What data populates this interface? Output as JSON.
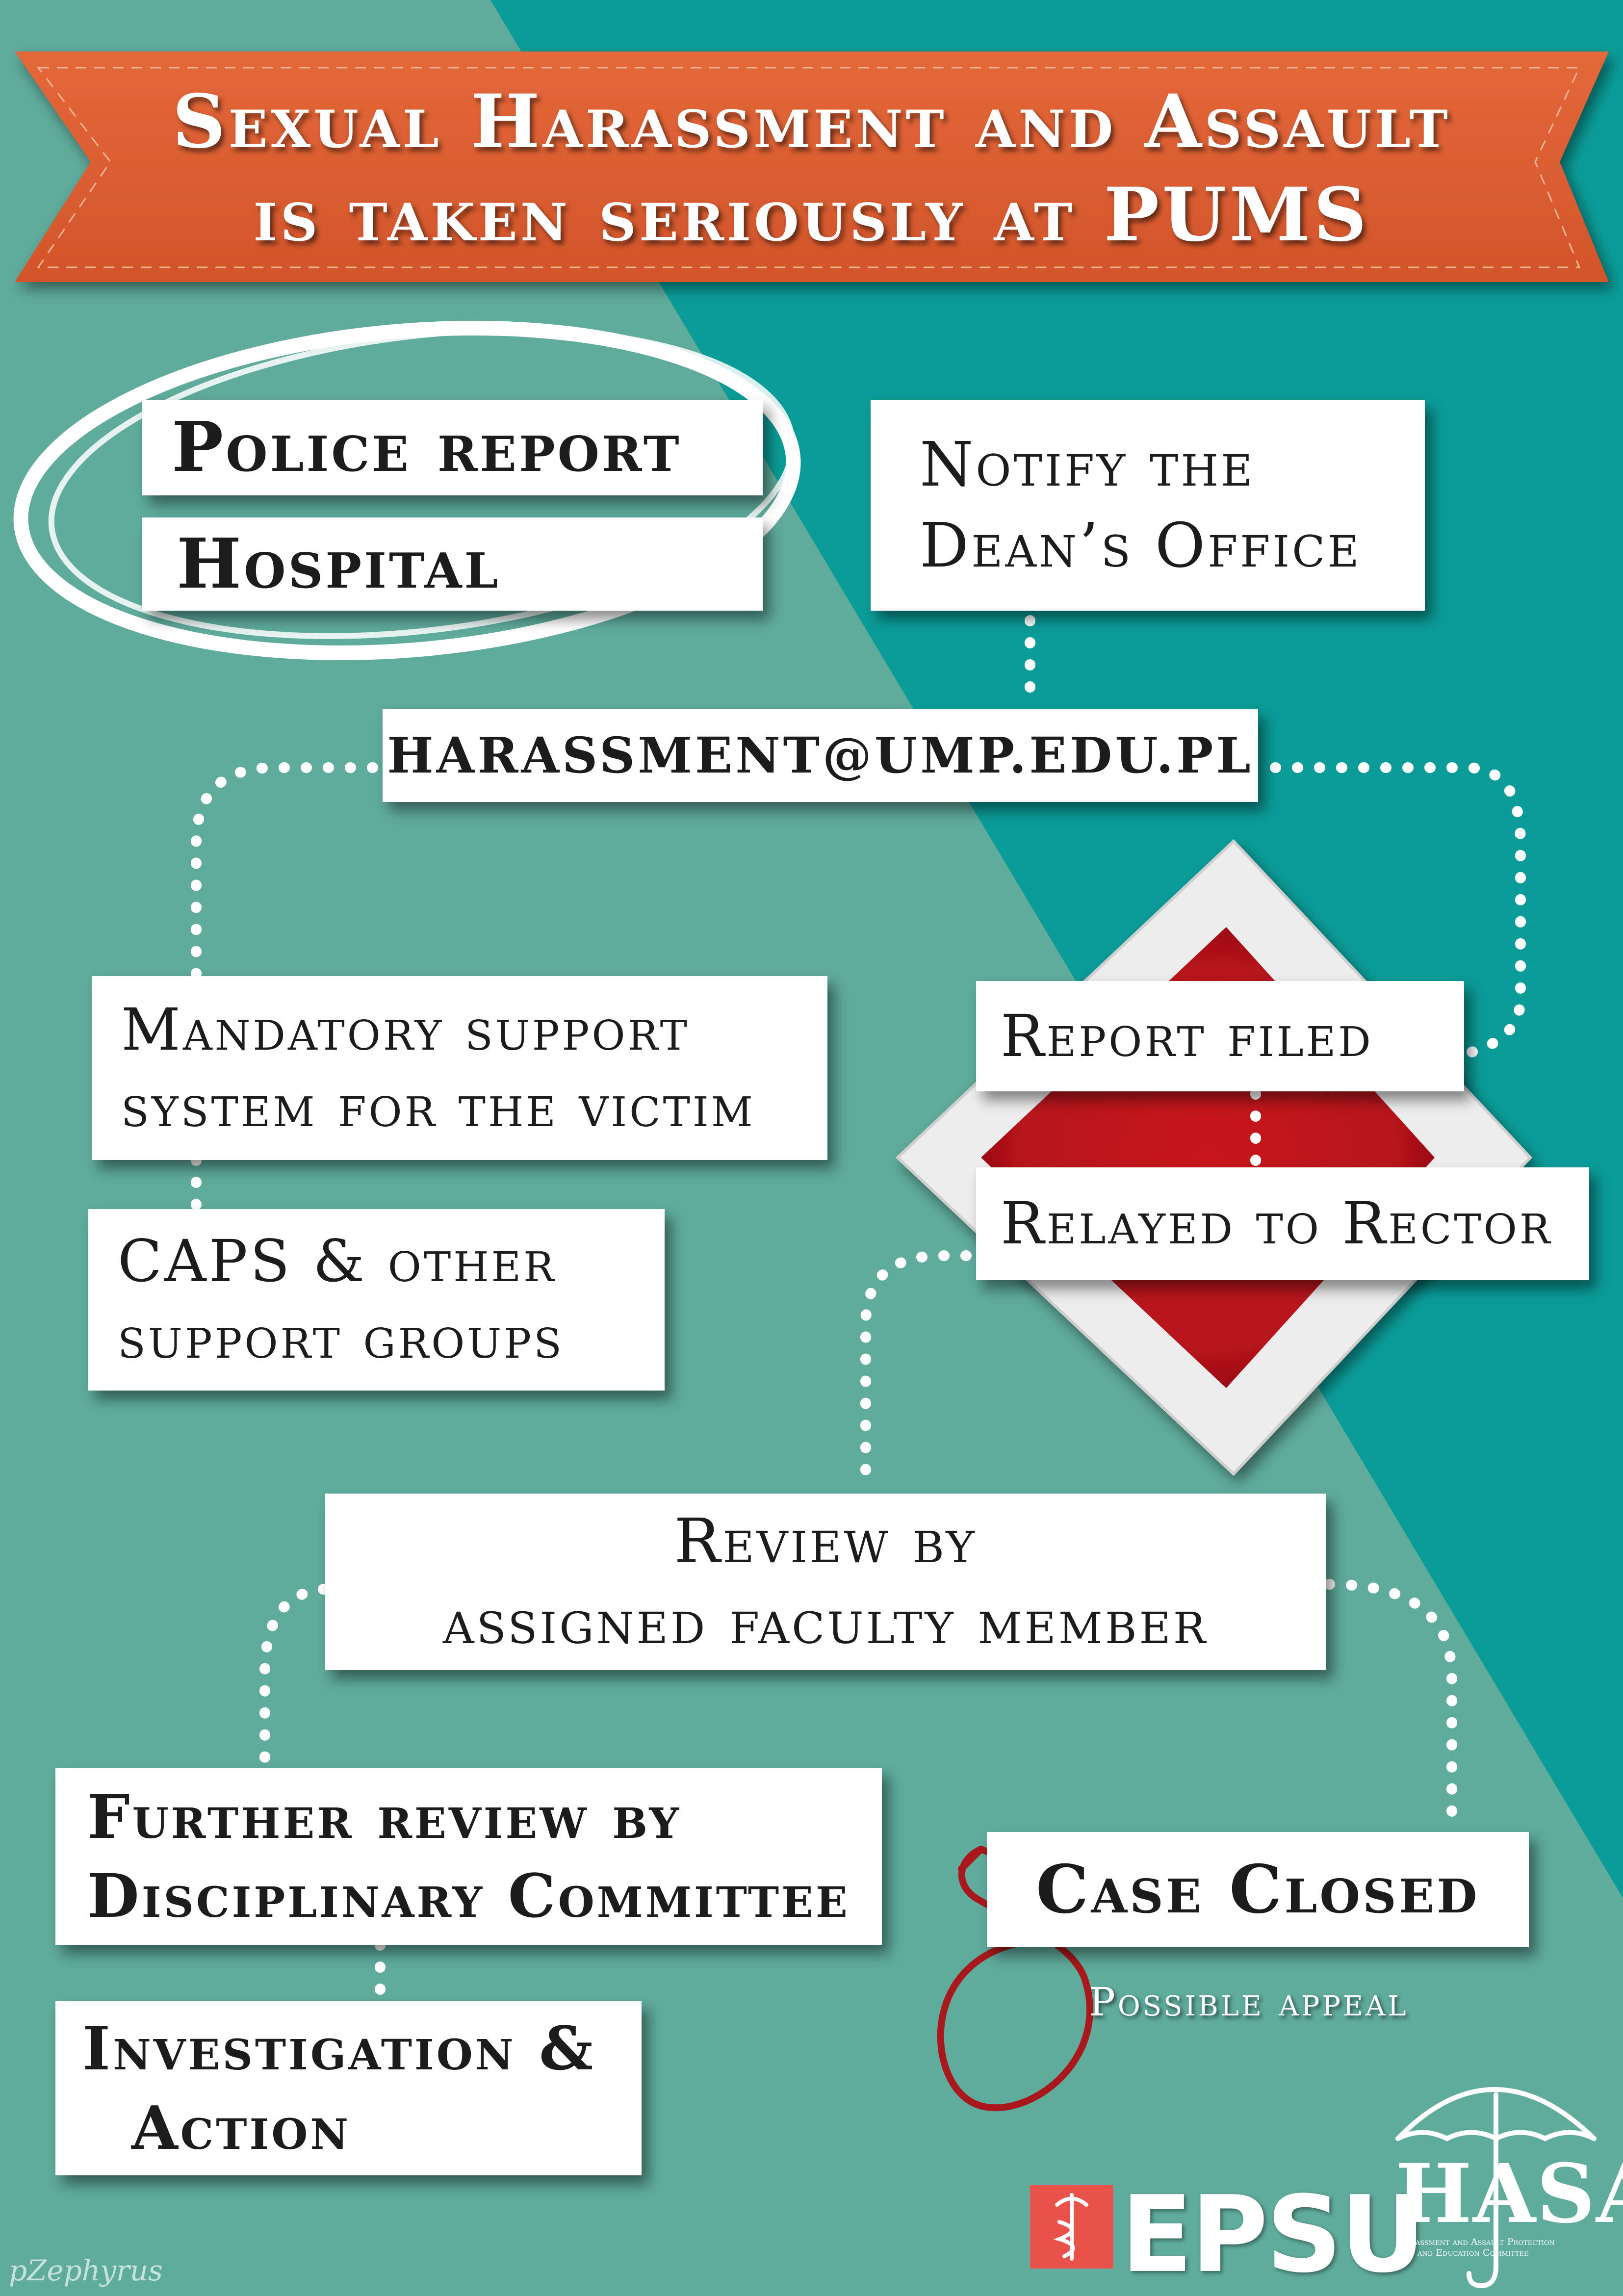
{
  "banner": {
    "line1": "Sexual Harassment and Assault",
    "line2": "is taken seriously at PUMS"
  },
  "steps": {
    "police_report": "Police report",
    "hospital": "Hospital",
    "notify_line1": "Notify the",
    "notify_line2": "Dean’s Office",
    "email": "HARASSMENT@UMP.EDU.PL",
    "mandatory_line1": "Mandatory support",
    "mandatory_line2": "system for the victim",
    "caps_line1": "CAPS & other",
    "caps_line2": "support groups",
    "report_filed": "Report filed",
    "relayed": "Relayed to Rector",
    "review_line1": "Review by",
    "review_line2": "assigned faculty member",
    "further_line1": "Further review by",
    "further_line2": "Disciplinary Committee",
    "investigation_line1": "Investigation &",
    "investigation_line2": "Action",
    "case_closed": "Case Closed",
    "possible_appeal": "Possible appeal"
  },
  "logos": {
    "epsu": "EPSU",
    "hasa": "HASA",
    "hasa_subtitle_line1": "Harassment and Assault Protection",
    "hasa_subtitle_line2": "and Education Committee",
    "signature": "pZephyrus"
  },
  "icons": {
    "epsu_emblem": "caduceus-icon",
    "hasa_emblem": "umbrella-icon"
  },
  "colors": {
    "background_left": "#5fab9c",
    "background_right": "#0b9c98",
    "banner": "#d95a2b",
    "diamond_red": "#c0151b",
    "arrow_red": "#a8181c",
    "dots": "#ffffff"
  }
}
